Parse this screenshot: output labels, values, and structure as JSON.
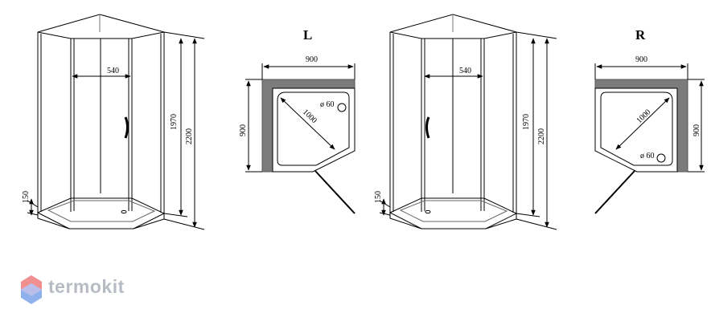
{
  "brand": {
    "name": "termokit",
    "colors": {
      "logo_text": "#b7bcc4",
      "logo_red": "#f08f8f",
      "logo_blue": "#8fb1ee"
    }
  },
  "left_front": {
    "door_width": "540",
    "cabin_height": "1970",
    "total_height": "2200",
    "tray_height": "150"
  },
  "left_plan": {
    "label": "L",
    "width": "900",
    "depth": "900",
    "diagonal": "1000",
    "drain": "ø 60"
  },
  "right_front": {
    "door_width": "540",
    "cabin_height": "1970",
    "total_height": "2200",
    "tray_height": "150"
  },
  "right_plan": {
    "label": "R",
    "width": "900",
    "depth": "900",
    "diagonal": "1000",
    "drain": "ø 60"
  }
}
